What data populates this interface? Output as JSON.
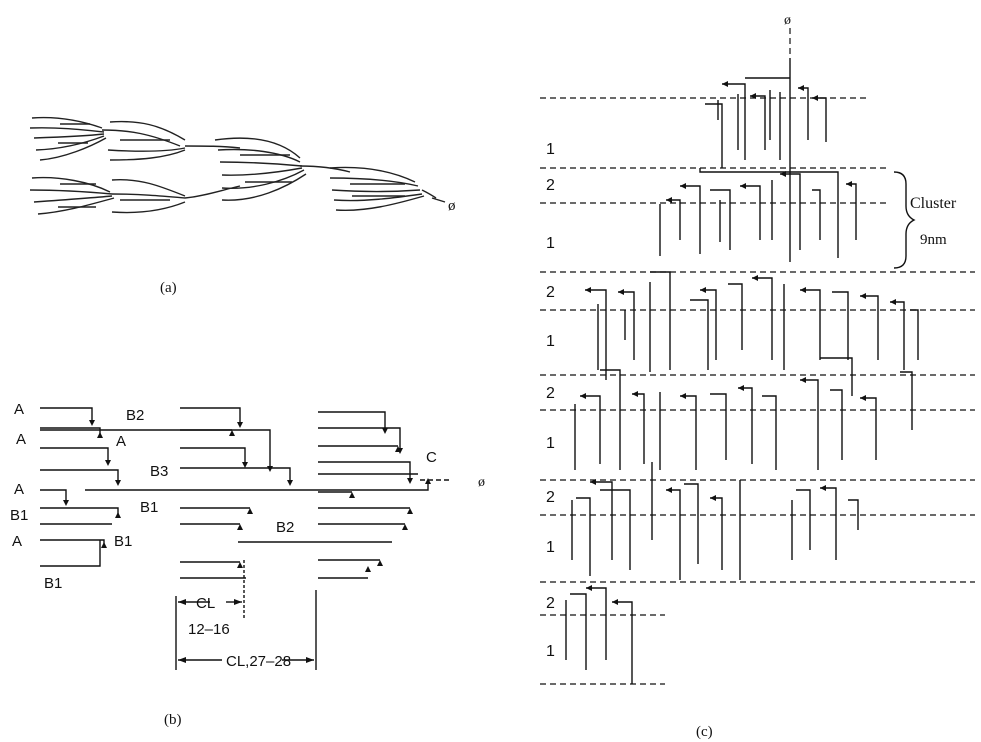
{
  "panel_a": {
    "caption": "(a)",
    "root_symbol": "ø"
  },
  "panel_b": {
    "caption": "(b)",
    "root_symbol": "ø",
    "branch_labels": [
      "A",
      "A",
      "A",
      "B1",
      "A",
      "B1",
      "B2",
      "A",
      "B3",
      "B1",
      "B1",
      "B2",
      "C"
    ],
    "dimension_short": "CL",
    "dimension_short_range": "12–16",
    "dimension_long": "CL,27–28"
  },
  "panel_c": {
    "caption": "(c)",
    "root_symbol": "ø",
    "level_labels": [
      "1",
      "2",
      "1",
      "2",
      "1",
      "2",
      "1",
      "2",
      "1",
      "2",
      "1"
    ],
    "cluster_label": "Cluster",
    "cluster_size": "9nm"
  }
}
